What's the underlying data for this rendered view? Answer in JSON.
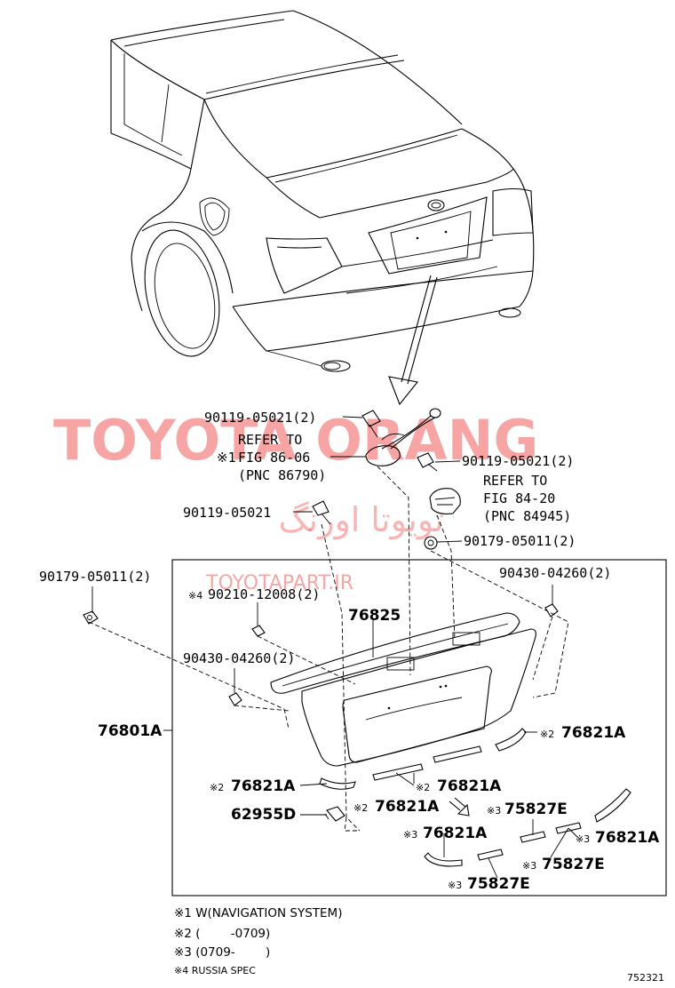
{
  "watermark": {
    "brand": "TOYOTA ORANG",
    "persian": "تویوتا اورنگ",
    "site": "TOYOTAPART.IR"
  },
  "labels": {
    "bolt_top": "90119-05021(2)",
    "refer_86_line1": "REFER TO",
    "refer_86_line2": "FIG 86-06",
    "refer_86_line3": "(PNC 86790)",
    "refer_86_mark": "※1",
    "bolt_right": "90119-05021(2)",
    "refer_84_line1": "REFER TO",
    "refer_84_line2": "FIG 84-20",
    "refer_84_line3": "(PNC 84945)",
    "bolt_left": "90119-05021",
    "nut_right": "90179-05011(2)",
    "nut_left": "90179-05011(2)",
    "clip_right": "90430-04260(2)",
    "screw_mark": "※4",
    "screw": "90210-12008(2)",
    "molding": "76825",
    "clip_left": "90430-04260(2)",
    "garnish": "76801A",
    "gasket_right_mark": "※2",
    "gasket_right": "76821A",
    "gasket_left_mark": "※2",
    "gasket_left": "76821A",
    "gasket_center_mark": "※2",
    "gasket_center": "76821A",
    "gasket_lower_mark": "※2",
    "gasket_lower": "76821A",
    "retainer_top_mark": "※3",
    "retainer_top": "75827E",
    "pad_center_mark": "※3",
    "pad_center": "76821A",
    "pad_right_mark": "※3",
    "pad_right": "76821A",
    "retainer_mid_mark": "※3",
    "retainer_mid": "75827E",
    "retainer_bottom_mark": "※3",
    "retainer_bottom": "75827E",
    "clip_small": "62955D"
  },
  "notes": [
    "※1 W(NAVIGATION SYSTEM)",
    "※2 (        -0709)",
    "※3 (0709-        )",
    "※4 RUSSIA SPEC"
  ],
  "figure_number": "752321"
}
